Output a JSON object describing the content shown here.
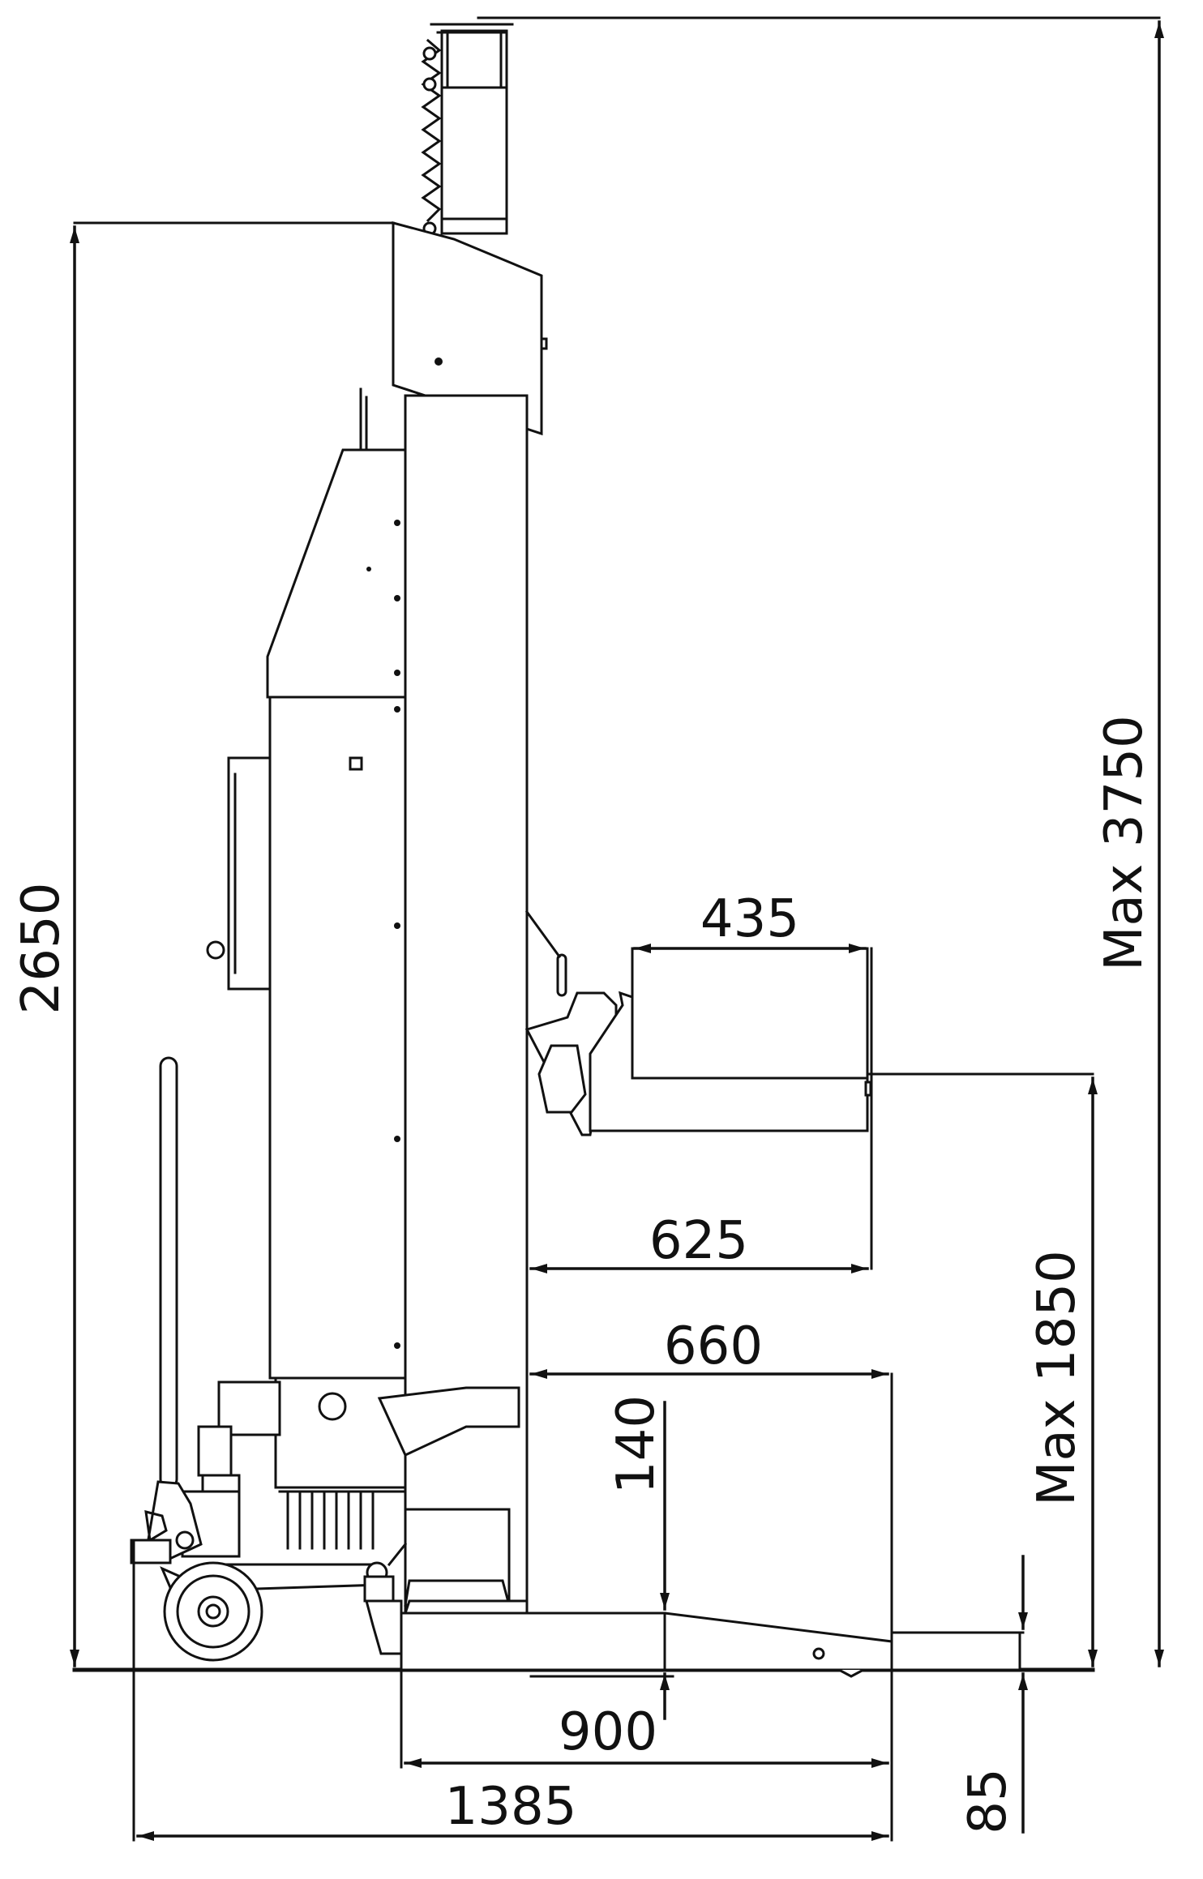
{
  "dimensions": {
    "overall_height": "2650",
    "max_lift_height": "Max 3750",
    "carrier_depth": "435",
    "carrier_reach": "625",
    "fork_reach": "660",
    "fork_min_height": "140",
    "max_carrier_height": "Max 1850",
    "base_length": "900",
    "overall_length": "1385",
    "fork_thickness": "85"
  },
  "icons": [
    "arrow-head-icon",
    "wheel-icon",
    "handle-icon"
  ]
}
